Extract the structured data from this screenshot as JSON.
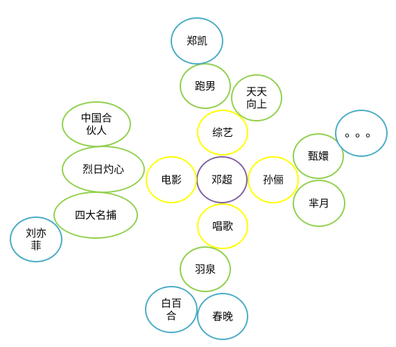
{
  "center": {
    "label": "邓超"
  },
  "categories": {
    "variety": {
      "label": "综艺"
    },
    "movie": {
      "label": "电影"
    },
    "spouse": {
      "label": "孙俪"
    },
    "song": {
      "label": "唱歌"
    }
  },
  "variety_shows": {
    "running_man": {
      "label": "跑男"
    },
    "day_day_up": {
      "label": "天天\n向上"
    },
    "zheng_kai": {
      "label": "郑凯"
    }
  },
  "movies": {
    "partners": {
      "label": "中国合\n伙人"
    },
    "blazing_heart": {
      "label": "烈日灼心"
    },
    "four_detectives": {
      "label": "四大名捕"
    },
    "liu_yifei": {
      "label": "刘亦\n菲"
    }
  },
  "spouse_works": {
    "zhen_huan": {
      "label": "甄嬛"
    },
    "mi_yue": {
      "label": "芈月"
    },
    "more": {
      "label": "。。。"
    }
  },
  "songs": {
    "yu_quan": {
      "label": "羽泉"
    },
    "bai_he": {
      "label": "白百\n合"
    },
    "spring_gala": {
      "label": "春晚"
    }
  },
  "colors": {
    "center_border": "#8064a2",
    "category_border": "#ffff00",
    "item_border": "#92d050",
    "person_border": "#4bacc6"
  }
}
